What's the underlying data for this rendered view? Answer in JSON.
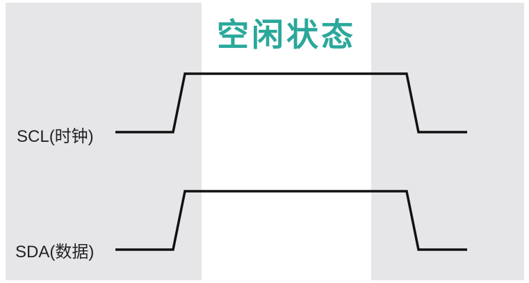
{
  "title": "空闲状态",
  "signals": {
    "scl": {
      "label": "SCL(时钟)"
    },
    "sda": {
      "label": "SDA(数据)"
    }
  },
  "colors": {
    "title": "#2aa89b",
    "band": "#e6e5e8",
    "line": "#111111"
  }
}
